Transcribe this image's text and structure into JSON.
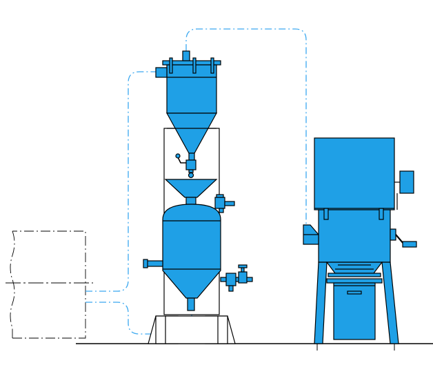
{
  "colors": {
    "equipment_fill": "#1FA0E6",
    "outline": "#000000",
    "pipe_line": "#3AA8F0",
    "background": "#FFFFFF",
    "container_fill": "#FFFFFF"
  },
  "components": [
    {
      "name": "source-container",
      "style": "dash-dot outline, white"
    },
    {
      "name": "conveying-pipe",
      "style": "dash-dot blue line"
    },
    {
      "name": "upper-hopper",
      "style": "blue"
    },
    {
      "name": "intermediate-funnel",
      "style": "blue"
    },
    {
      "name": "pressure-vessel",
      "style": "blue"
    },
    {
      "name": "support-frame",
      "style": "white outline"
    },
    {
      "name": "processing-machine",
      "style": "blue"
    },
    {
      "name": "collection-bin",
      "style": "blue"
    }
  ]
}
